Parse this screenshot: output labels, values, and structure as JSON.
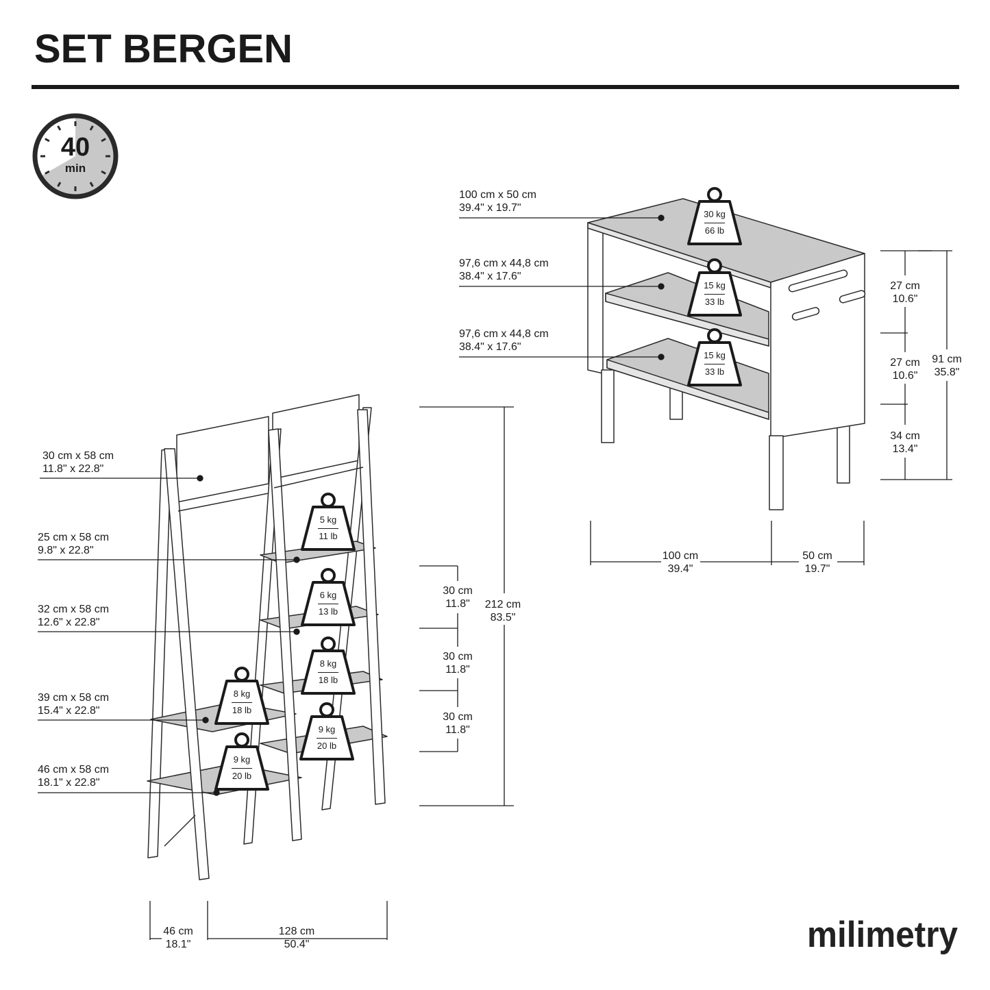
{
  "title": "SET BERGEN",
  "timer": {
    "value": "40",
    "unit": "min",
    "fraction": 0.6667
  },
  "logo": "milimetry",
  "cabinet": {
    "panels": [
      {
        "cm": "100 cm x 50 cm",
        "in": "39.4\" x 19.7\""
      },
      {
        "cm": "97,6 cm x 44,8 cm",
        "in": "38.4\" x 17.6\""
      },
      {
        "cm": "97,6 cm x 44,8 cm",
        "in": "38.4\" x 17.6\""
      }
    ],
    "loads": [
      {
        "kg": "30 kg",
        "lb": "66 lb"
      },
      {
        "kg": "15 kg",
        "lb": "33 lb"
      },
      {
        "kg": "15 kg",
        "lb": "33 lb"
      }
    ],
    "heights": [
      {
        "cm": "27 cm",
        "in": "10.6\""
      },
      {
        "cm": "27 cm",
        "in": "10.6\""
      },
      {
        "cm": "34 cm",
        "in": "13.4\""
      }
    ],
    "total_height": {
      "cm": "91 cm",
      "in": "35.8\""
    },
    "width": {
      "cm": "100 cm",
      "in": "39.4\""
    },
    "depth": {
      "cm": "50 cm",
      "in": "19.7\""
    }
  },
  "ladder": {
    "panels": [
      {
        "cm": "30 cm x 58 cm",
        "in": "11.8\" x 22.8\""
      },
      {
        "cm": "25 cm x 58 cm",
        "in": "9.8\" x 22.8\""
      },
      {
        "cm": "32 cm x 58 cm",
        "in": "12.6\" x 22.8\""
      },
      {
        "cm": "39 cm x 58 cm",
        "in": "15.4\" x 22.8\""
      },
      {
        "cm": "46 cm x 58 cm",
        "in": "18.1\" x 22.8\""
      }
    ],
    "loads": [
      {
        "kg": "5 kg",
        "lb": "11 lb"
      },
      {
        "kg": "6 kg",
        "lb": "13 lb"
      },
      {
        "kg": "8 kg",
        "lb": "18 lb"
      },
      {
        "kg": "8 kg",
        "lb": "18 lb"
      },
      {
        "kg": "9 kg",
        "lb": "20 lb"
      },
      {
        "kg": "9 kg",
        "lb": "20 lb"
      }
    ],
    "spacings": [
      {
        "cm": "30 cm",
        "in": "11.8\""
      },
      {
        "cm": "30 cm",
        "in": "11.8\""
      },
      {
        "cm": "30 cm",
        "in": "11.8\""
      }
    ],
    "total_height": {
      "cm": "212 cm",
      "in": "83.5\""
    },
    "depth": {
      "cm": "46 cm",
      "in": "18.1\""
    },
    "width": {
      "cm": "128 cm",
      "in": "50.4\""
    }
  }
}
